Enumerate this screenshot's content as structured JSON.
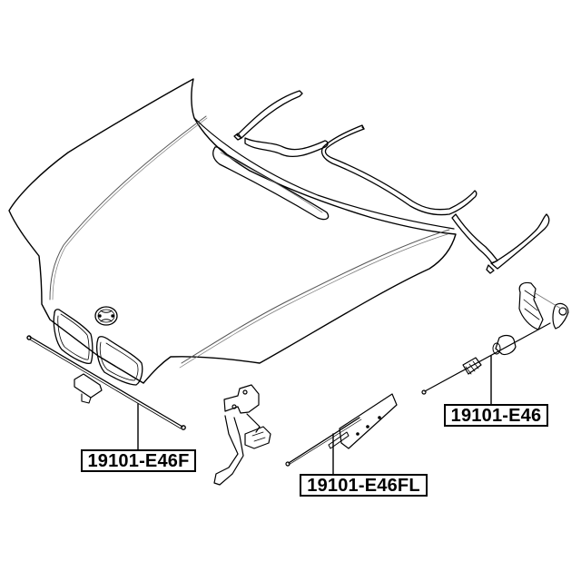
{
  "diagram": {
    "type": "exploded-parts-diagram",
    "subject": "engine hood with hood release cables",
    "colors": {
      "line": "#000000",
      "background": "#ffffff",
      "secondary_line": "#555555"
    },
    "parts": [
      {
        "id": "front-cable",
        "label": "19101-E46F",
        "depicts": "front hood release cable with latch"
      },
      {
        "id": "front-lower-cable",
        "label": "19101-E46FL",
        "depicts": "lower front hood release cable with bracket"
      },
      {
        "id": "main-cable",
        "label": "19101-E46",
        "depicts": "hood release cable with pull handle"
      }
    ],
    "unlabeled_components": [
      "engine-hood",
      "hood-emblem",
      "kidney-grilles",
      "hood-seals",
      "hood-latch-lock"
    ]
  }
}
